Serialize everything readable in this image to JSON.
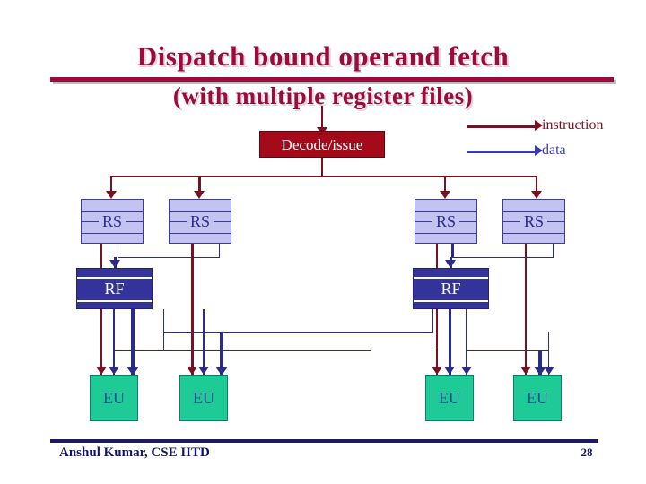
{
  "slide": {
    "title_line1": "Dispatch bound operand fetch",
    "title_line2": "(with multiple register files)",
    "colors": {
      "title": "#9E0B3B",
      "decode_fill": "#A50A19",
      "rs_fill": "#C3C3F2",
      "rs_stroke": "#3A3A9C",
      "rf_fill": "#33339B",
      "eu_fill": "#1ECB96",
      "instruction_wire": "#7A1020",
      "data_wire": "#2B2B8C",
      "footer_text": "#14146B"
    }
  },
  "legend": {
    "items": [
      {
        "label": "instruction",
        "color": "#7A1020",
        "name": "legend-instruction"
      },
      {
        "label": "data",
        "color": "#3A3AB0",
        "name": "legend-data"
      }
    ]
  },
  "diagram": {
    "decode": {
      "label": "Decode/issue"
    },
    "reservation_stations": [
      {
        "label": "RS"
      },
      {
        "label": "RS"
      },
      {
        "label": "RS"
      },
      {
        "label": "RS"
      }
    ],
    "register_files": [
      {
        "label": "RF"
      },
      {
        "label": "RF"
      }
    ],
    "execution_units": [
      {
        "label": "EU"
      },
      {
        "label": "EU"
      },
      {
        "label": "EU"
      },
      {
        "label": "EU"
      }
    ]
  },
  "footer": {
    "author": "Anshul Kumar, CSE IITD",
    "page_number": "28"
  }
}
